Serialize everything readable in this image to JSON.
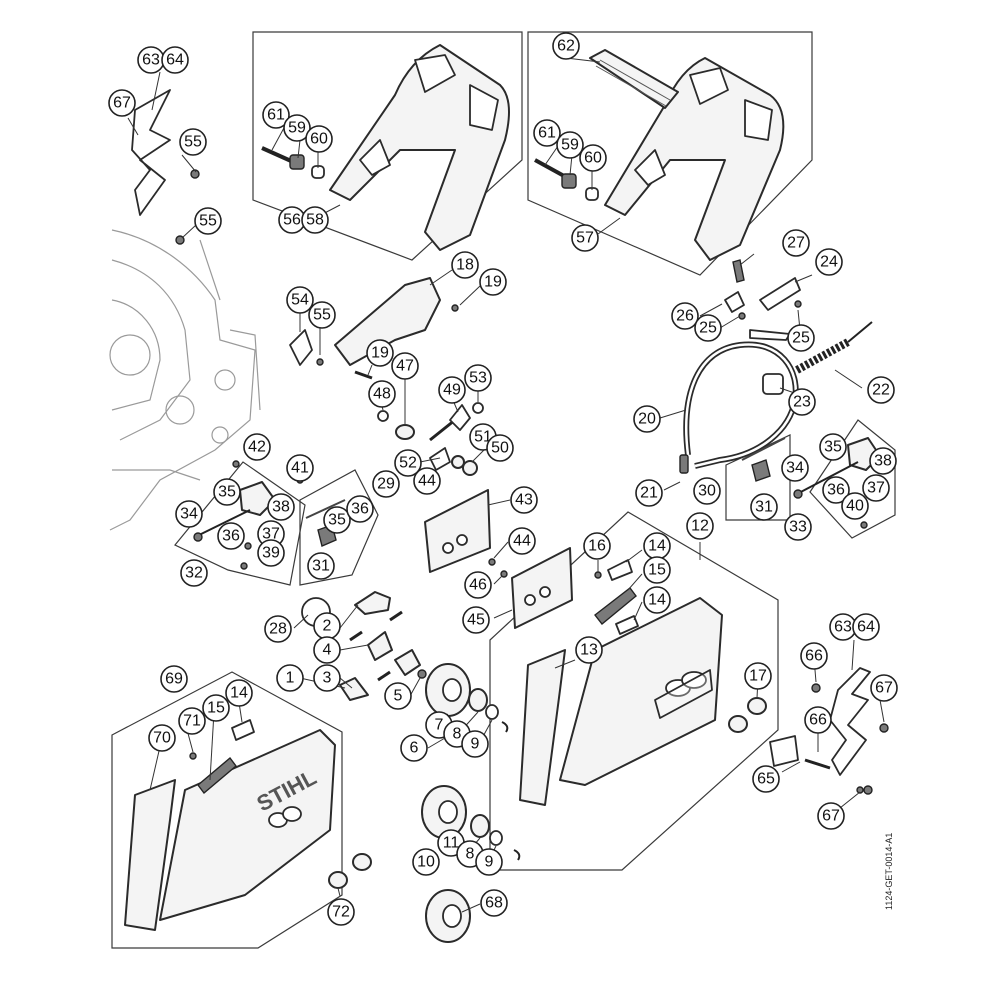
{
  "diagram": {
    "doc_ref": "1124-GET-0014-A1",
    "brand_text": "STIHL",
    "callouts": [
      {
        "id": "c63a",
        "label": "63"
      },
      {
        "id": "c64a",
        "label": "64"
      },
      {
        "id": "c67a",
        "label": "67"
      },
      {
        "id": "c55a",
        "label": "55"
      },
      {
        "id": "c55b",
        "label": "55"
      },
      {
        "id": "c61a",
        "label": "61"
      },
      {
        "id": "c59a",
        "label": "59"
      },
      {
        "id": "c60a",
        "label": "60"
      },
      {
        "id": "c56",
        "label": "56"
      },
      {
        "id": "c58",
        "label": "58"
      },
      {
        "id": "c62",
        "label": "62"
      },
      {
        "id": "c61b",
        "label": "61"
      },
      {
        "id": "c59b",
        "label": "59"
      },
      {
        "id": "c60b",
        "label": "60"
      },
      {
        "id": "c57",
        "label": "57"
      },
      {
        "id": "c18",
        "label": "18"
      },
      {
        "id": "c19a",
        "label": "19"
      },
      {
        "id": "c54",
        "label": "54"
      },
      {
        "id": "c55c",
        "label": "55"
      },
      {
        "id": "c19b",
        "label": "19"
      },
      {
        "id": "c47",
        "label": "47"
      },
      {
        "id": "c48",
        "label": "48"
      },
      {
        "id": "c49",
        "label": "49"
      },
      {
        "id": "c53",
        "label": "53"
      },
      {
        "id": "c51",
        "label": "51"
      },
      {
        "id": "c50",
        "label": "50"
      },
      {
        "id": "c52",
        "label": "52"
      },
      {
        "id": "c44a",
        "label": "44"
      },
      {
        "id": "c29",
        "label": "29"
      },
      {
        "id": "c42",
        "label": "42"
      },
      {
        "id": "c41",
        "label": "41"
      },
      {
        "id": "c35a",
        "label": "35"
      },
      {
        "id": "c34a",
        "label": "34"
      },
      {
        "id": "c38a",
        "label": "38"
      },
      {
        "id": "c37a",
        "label": "37"
      },
      {
        "id": "c36a",
        "label": "36"
      },
      {
        "id": "c39",
        "label": "39"
      },
      {
        "id": "c32",
        "label": "32"
      },
      {
        "id": "c35b",
        "label": "35"
      },
      {
        "id": "c36b",
        "label": "36"
      },
      {
        "id": "c31a",
        "label": "31"
      },
      {
        "id": "c27",
        "label": "27"
      },
      {
        "id": "c24",
        "label": "24"
      },
      {
        "id": "c26",
        "label": "26"
      },
      {
        "id": "c25a",
        "label": "25"
      },
      {
        "id": "c25b",
        "label": "25"
      },
      {
        "id": "c22",
        "label": "22"
      },
      {
        "id": "c23",
        "label": "23"
      },
      {
        "id": "c20",
        "label": "20"
      },
      {
        "id": "c21",
        "label": "21"
      },
      {
        "id": "c30",
        "label": "30"
      },
      {
        "id": "c31b",
        "label": "31"
      },
      {
        "id": "c35c",
        "label": "35"
      },
      {
        "id": "c38b",
        "label": "38"
      },
      {
        "id": "c34b",
        "label": "34"
      },
      {
        "id": "c36c",
        "label": "36"
      },
      {
        "id": "c37b",
        "label": "37"
      },
      {
        "id": "c40",
        "label": "40"
      },
      {
        "id": "c33",
        "label": "33"
      },
      {
        "id": "c43",
        "label": "43"
      },
      {
        "id": "c44b",
        "label": "44"
      },
      {
        "id": "c46",
        "label": "46"
      },
      {
        "id": "c45",
        "label": "45"
      },
      {
        "id": "c16",
        "label": "16"
      },
      {
        "id": "c14a",
        "label": "14"
      },
      {
        "id": "c15a",
        "label": "15"
      },
      {
        "id": "c14b",
        "label": "14"
      },
      {
        "id": "c12",
        "label": "12"
      },
      {
        "id": "c13",
        "label": "13"
      },
      {
        "id": "c28",
        "label": "28"
      },
      {
        "id": "c2",
        "label": "2"
      },
      {
        "id": "c4",
        "label": "4"
      },
      {
        "id": "c1",
        "label": "1"
      },
      {
        "id": "c3",
        "label": "3"
      },
      {
        "id": "c5",
        "label": "5"
      },
      {
        "id": "c7",
        "label": "7"
      },
      {
        "id": "c8a",
        "label": "8"
      },
      {
        "id": "c9a",
        "label": "9"
      },
      {
        "id": "c6",
        "label": "6"
      },
      {
        "id": "c11",
        "label": "11"
      },
      {
        "id": "c8b",
        "label": "8"
      },
      {
        "id": "c9b",
        "label": "9"
      },
      {
        "id": "c10",
        "label": "10"
      },
      {
        "id": "c68",
        "label": "68"
      },
      {
        "id": "c69",
        "label": "69"
      },
      {
        "id": "c71",
        "label": "71"
      },
      {
        "id": "c15b",
        "label": "15"
      },
      {
        "id": "c14c",
        "label": "14"
      },
      {
        "id": "c70",
        "label": "70"
      },
      {
        "id": "c72",
        "label": "72"
      },
      {
        "id": "c17",
        "label": "17"
      },
      {
        "id": "c66a",
        "label": "66"
      },
      {
        "id": "c63b",
        "label": "63"
      },
      {
        "id": "c64b",
        "label": "64"
      },
      {
        "id": "c67b",
        "label": "67"
      },
      {
        "id": "c66b",
        "label": "66"
      },
      {
        "id": "c65",
        "label": "65"
      },
      {
        "id": "c67c",
        "label": "67"
      }
    ]
  }
}
